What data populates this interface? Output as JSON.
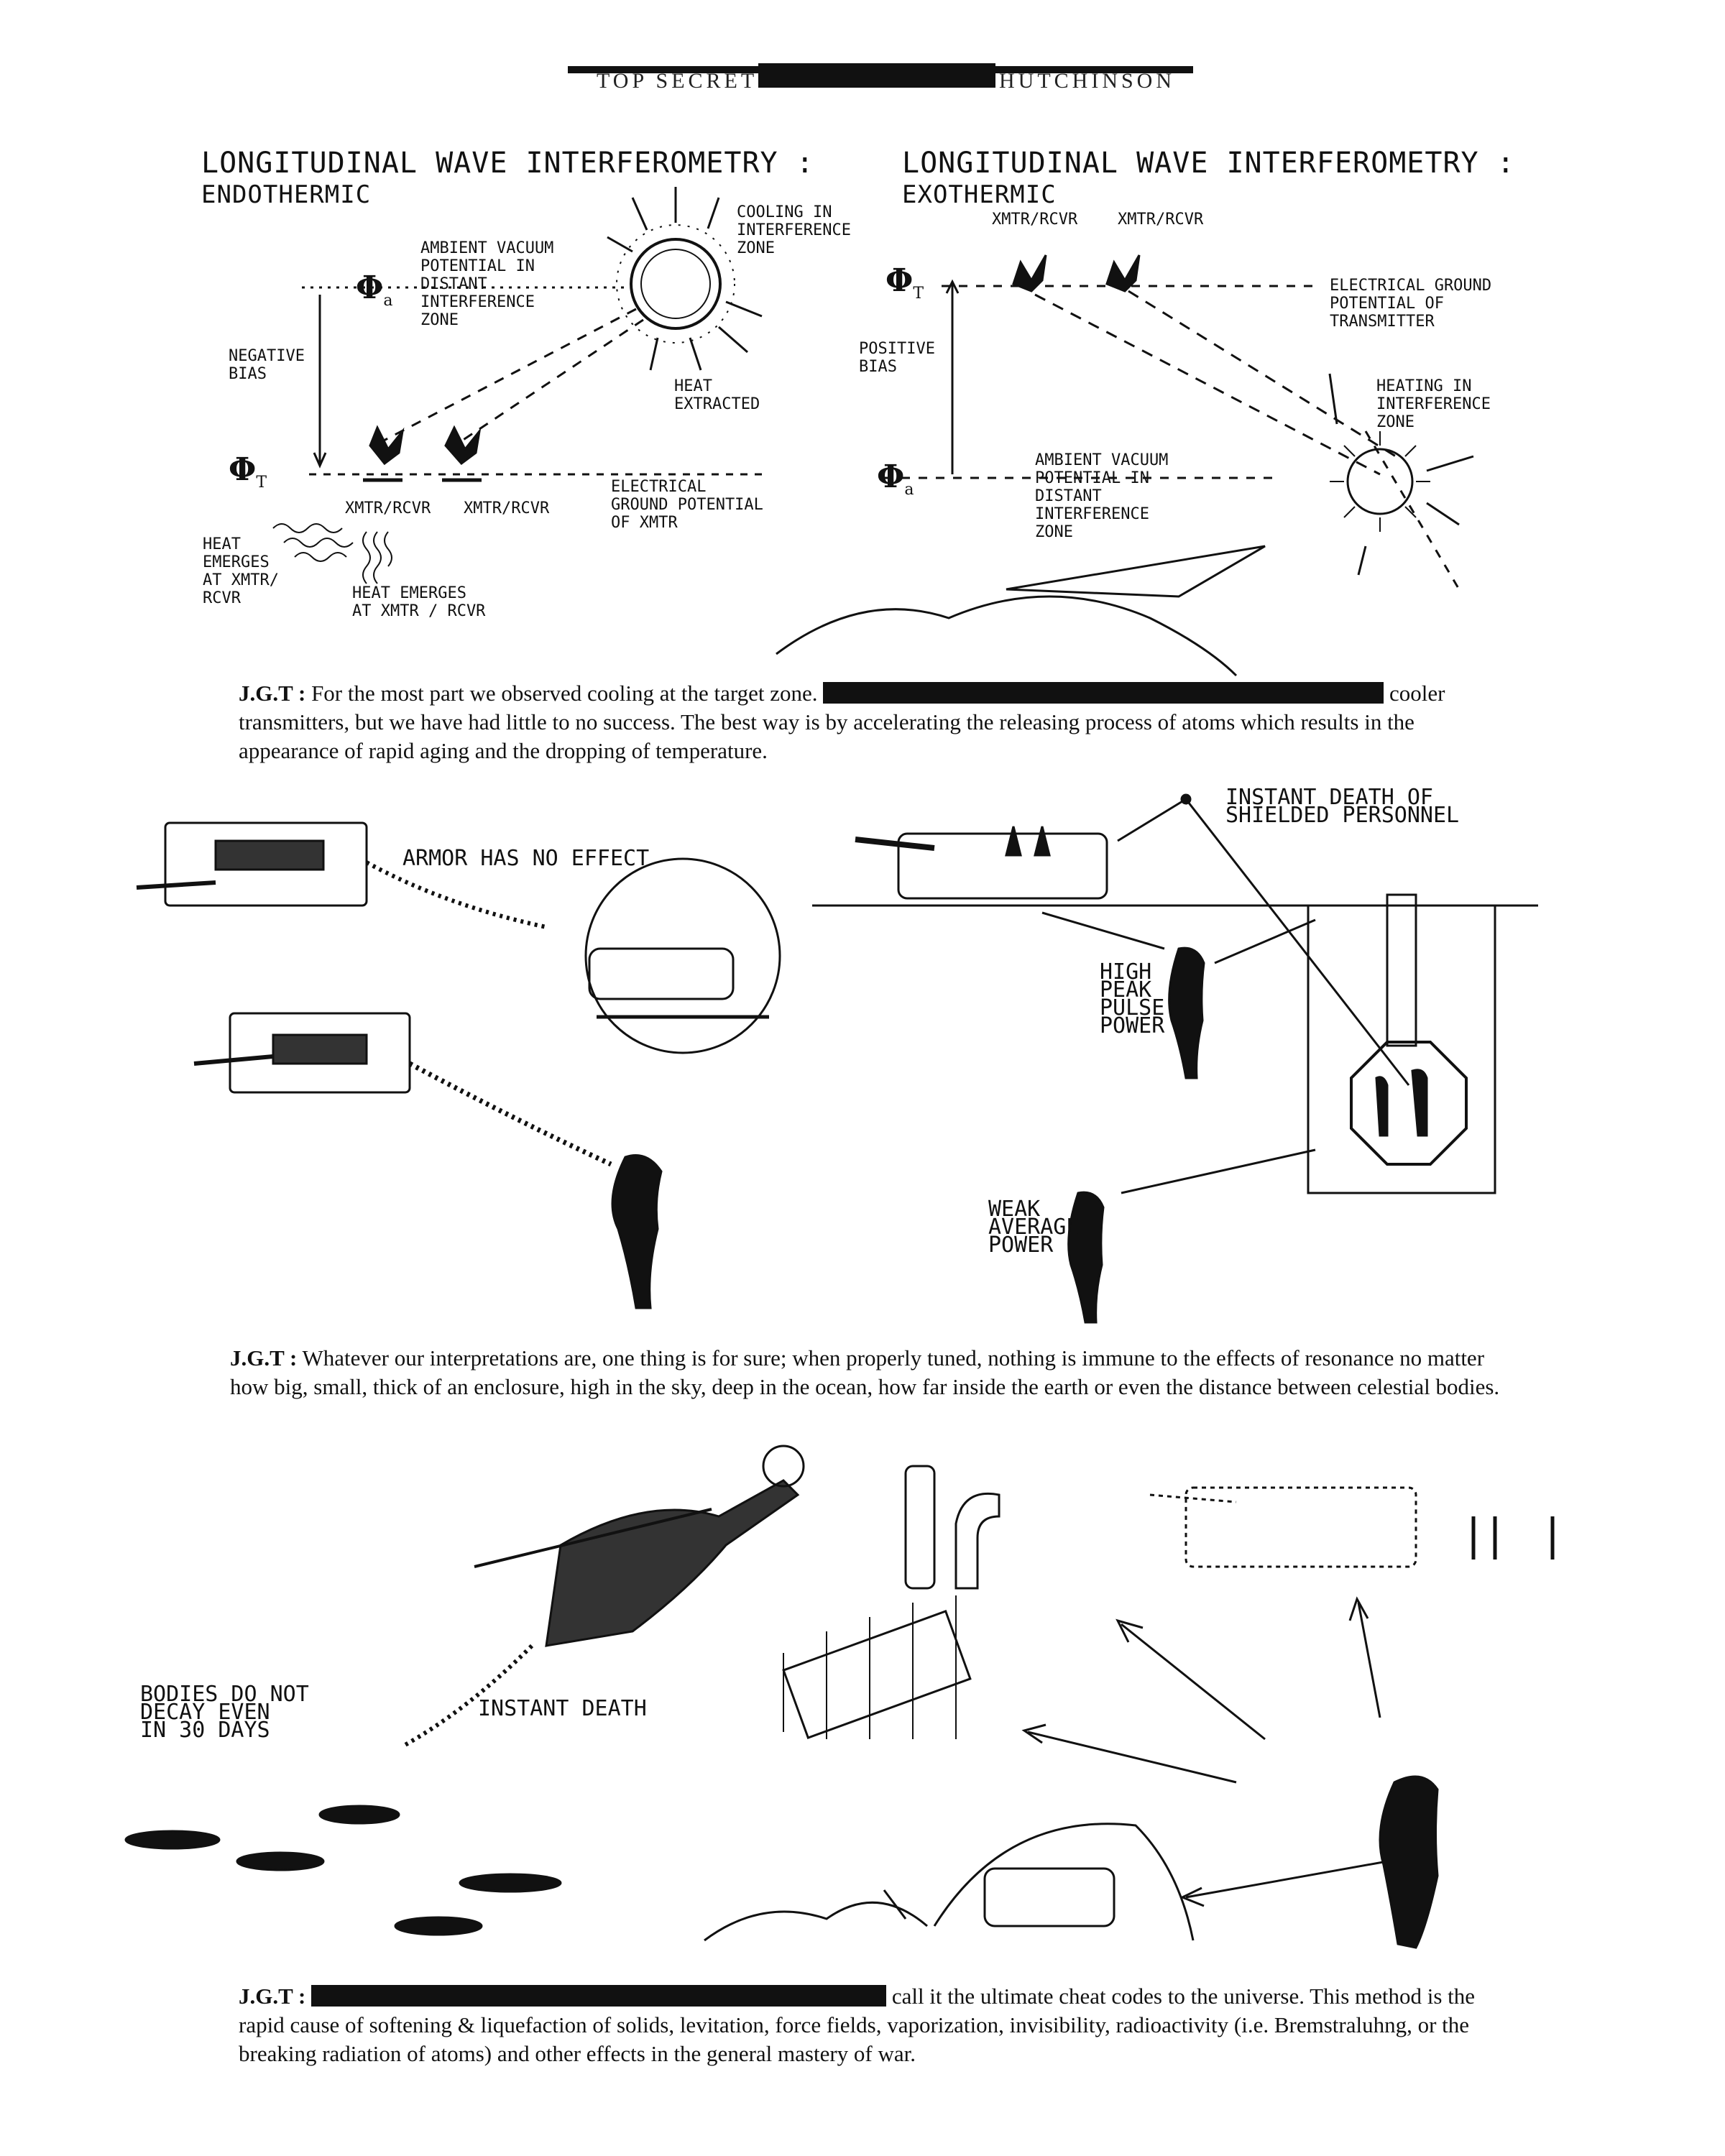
{
  "header": {
    "left_text": "TOP SECRET",
    "right_text": "HUTCHINSON"
  },
  "diagrams": {
    "endothermic": {
      "title": "LONGITUDINAL WAVE INTERFEROMETRY :",
      "subtitle": "ENDOTHERMIC",
      "labels": {
        "cooling": "COOLING IN\nINTERFERENCE\nZONE",
        "ambient": "AMBIENT VACUUM\nPOTENTIAL IN\nDISTANT\nINTERFERENCE\nZONE",
        "negative_bias": "NEGATIVE\nBIAS",
        "heat_extracted": "HEAT\nEXTRACTED",
        "xmtr1": "XMTR/RCVR",
        "xmtr2": "XMTR/RCVR",
        "ground": "ELECTRICAL\nGROUND POTENTIAL\nOF XMTR",
        "heat_left": "HEAT\nEMERGES\nAT XMTR/\nRCVR",
        "heat_bottom": "HEAT EMERGES\nAT XMTR / RCVR",
        "phi_a": "Φ",
        "phi_a_sub": "a",
        "phi_t": "Φ",
        "phi_t_sub": "T"
      }
    },
    "exothermic": {
      "title": "LONGITUDINAL WAVE INTERFEROMETRY :",
      "subtitle": "EXOTHERMIC",
      "labels": {
        "xmtr1": "XMTR/RCVR",
        "xmtr2": "XMTR/RCVR",
        "ground": "ELECTRICAL GROUND\nPOTENTIAL OF\nTRANSMITTER",
        "positive_bias": "POSITIVE\nBIAS",
        "heating": "HEATING IN\nINTERFERENCE\nZONE",
        "ambient": "AMBIENT VACUUM\nPOTENTIAL IN\nDISTANT\nINTERFERENCE\nZONE",
        "phi_t": "Φ",
        "phi_t_sub": "T",
        "phi_a": "Φ",
        "phi_a_sub": "a"
      }
    }
  },
  "paragraph1": {
    "speaker": "J.G.T :",
    "text_before": "For the most part we observed cooling at the target zone.",
    "text_after": "cooler transmitters, but we have had little to no success. The best way is by accelerating the releasing process of atoms which results in the appearance of rapid aging and the dropping of temperature."
  },
  "middle_labels": {
    "armor": "ARMOR HAS NO EFFECT",
    "instant_death_shielded": "INSTANT DEATH OF\nSHIELDED PERSONNEL",
    "high_peak": "HIGH\nPEAK\nPULSE\nPOWER",
    "weak_average": "WEAK\nAVERAGE\nPOWER"
  },
  "paragraph2": {
    "speaker": "J.G.T :",
    "text": "Whatever our interpretations are, one thing is for sure; when properly tuned, nothing is immune to the effects of resonance no matter how big, small, thick of an enclosure, high in the sky, deep in the ocean, how far inside the earth or even the distance between celestial bodies."
  },
  "bottom_labels": {
    "bodies": "BODIES DO NOT\nDECAY EVEN\nIN 30 DAYS",
    "instant_death": "INSTANT DEATH"
  },
  "paragraph3": {
    "speaker": "J.G.T :",
    "text_after": "call it the ultimate cheat codes to the universe. This method is the rapid cause of softening & liquefaction of solids, levitation, force fields, vaporization, invisibility, radioactivity (i.e. Bremstraluhng, or the breaking radiation of atoms) and other effects in the general mastery of war."
  }
}
